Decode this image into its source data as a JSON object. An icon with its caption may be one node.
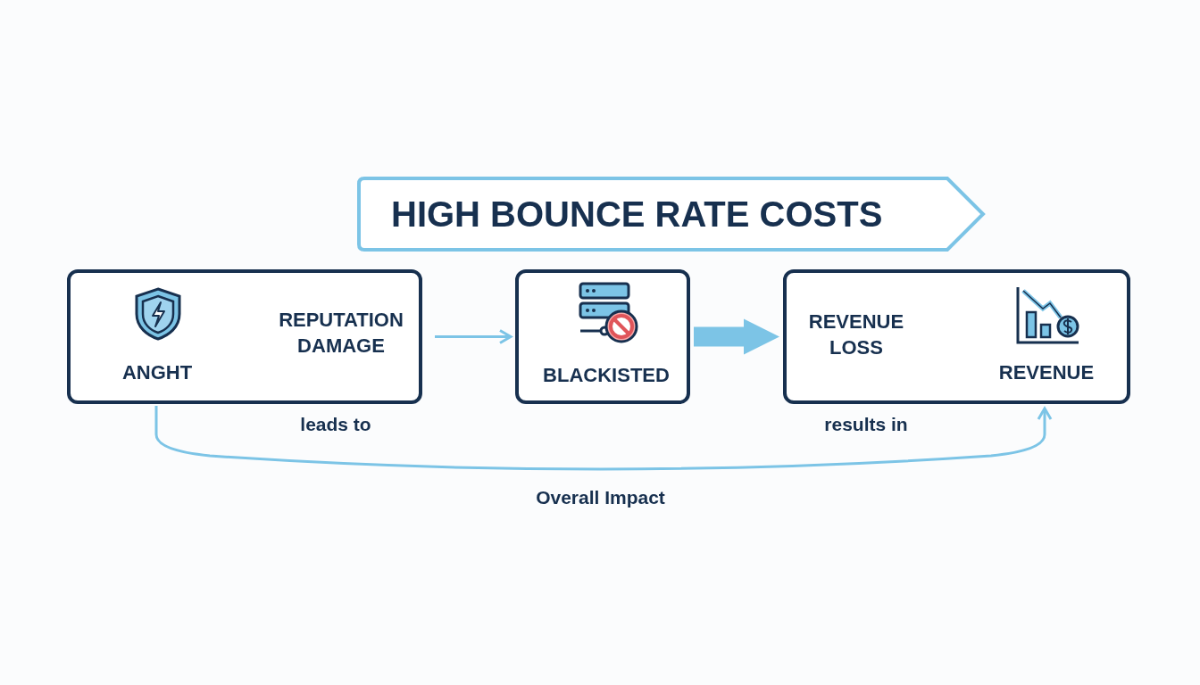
{
  "diagram": {
    "nodes": [
      {
        "text": [
          "HIGH BOUNCE RATE COSTS"
        ]
      },
      {
        "text": [
          "REPUTATION DAMAGE",
          "ANGHT"
        ]
      },
      {
        "text": [
          "BLACKISTED"
        ]
      },
      {
        "text": [
          "REVENUE LOSS",
          "REVENUE"
        ]
      }
    ],
    "edges": [
      {
        "from": 1,
        "to": 2,
        "arrow": "to"
      },
      {
        "from": 2,
        "to": 3,
        "arrow": "to",
        "style": "thick"
      },
      {
        "from": 1,
        "to": 3,
        "arrow": "to",
        "label": "Overall Impact"
      }
    ],
    "labels": [
      "leads to",
      "results in"
    ]
  }
}
